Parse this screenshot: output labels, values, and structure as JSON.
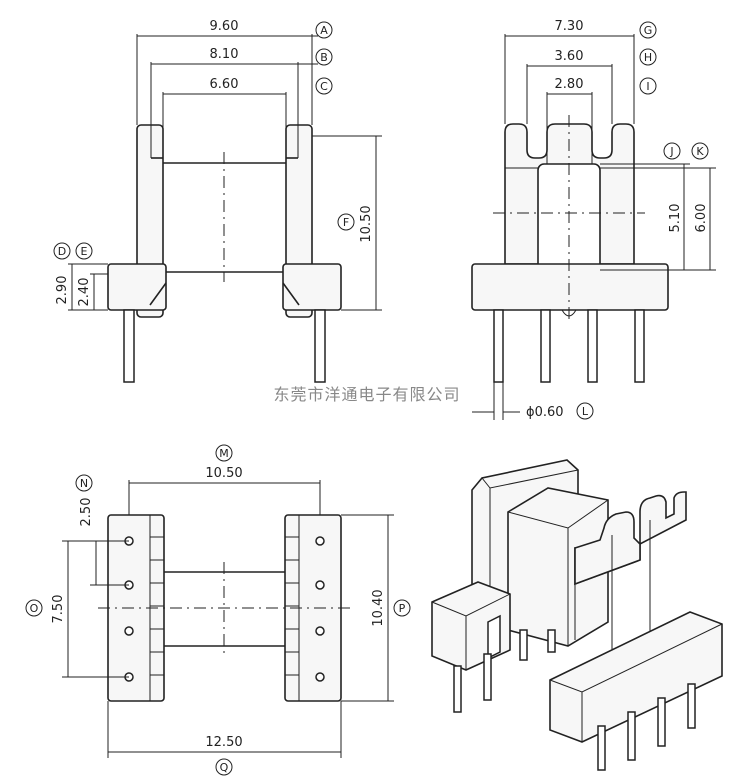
{
  "watermark": "东莞市洋通电子有限公司",
  "front_view": {
    "dims": {
      "w_top": "9.60",
      "w_mid": "8.10",
      "w_in": "6.60",
      "height": "10.50",
      "base_h1": "2.90",
      "base_h2": "2.40"
    },
    "labels": {
      "a": "A",
      "b": "B",
      "c": "C",
      "d": "D",
      "e": "E",
      "f": "F"
    }
  },
  "side_view": {
    "dims": {
      "w_total": "7.30",
      "w_slot": "3.60",
      "w_core": "2.80",
      "h_core": "5.10",
      "h_total": "6.00",
      "pin_dia": "ϕ0.60"
    },
    "labels": {
      "g": "G",
      "h": "H",
      "i": "I",
      "j": "J",
      "k": "K",
      "l": "L"
    }
  },
  "bottom_view": {
    "dims": {
      "span": "10.50",
      "pitch": "2.50",
      "row_span": "7.50",
      "height": "10.40",
      "length": "12.50"
    },
    "labels": {
      "m": "M",
      "n": "N",
      "o": "O",
      "p": "P",
      "q": "Q"
    }
  }
}
